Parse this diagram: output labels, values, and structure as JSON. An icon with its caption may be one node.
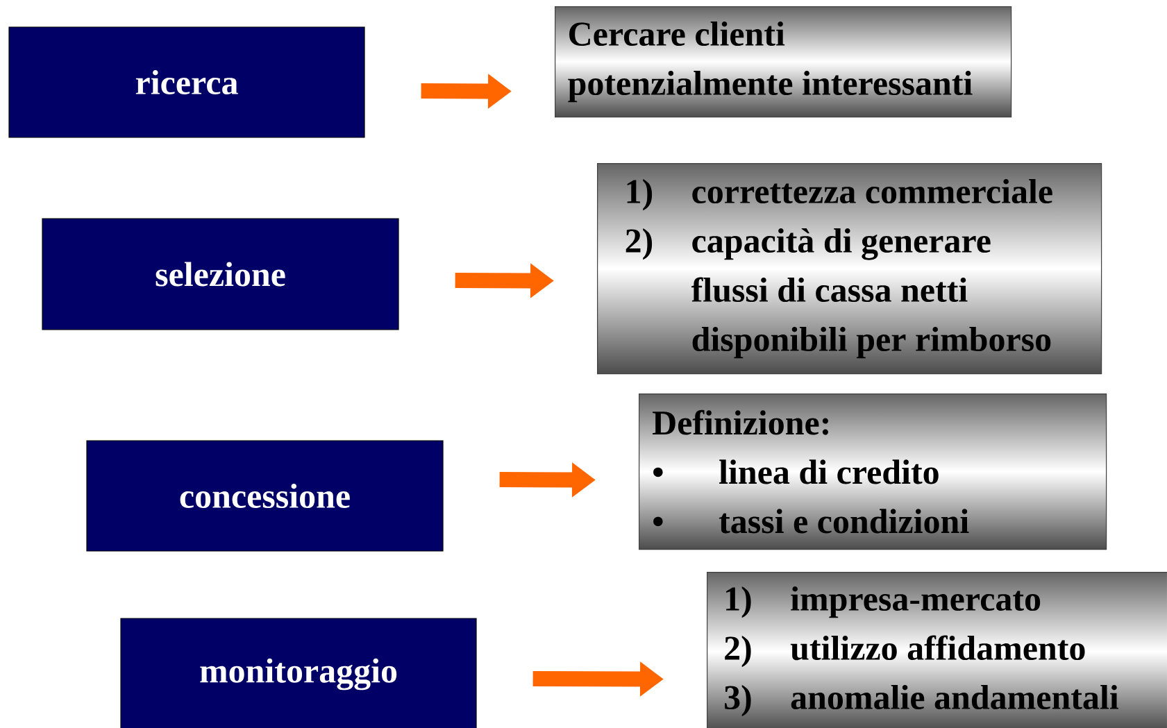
{
  "diagram": {
    "nodes": [
      {
        "text": [
          "ricerca"
        ]
      },
      {
        "text": [
          "selezione"
        ]
      },
      {
        "text": [
          "concessione"
        ]
      },
      {
        "text": [
          "monitoraggio"
        ]
      },
      {
        "text": [
          "Cercare clienti potenzialmente interessanti"
        ]
      },
      {
        "text": [
          "1)",
          "correttezza commerciale",
          "2)",
          "capacità di generare flussi di cassa netti disponibili per rimborso"
        ]
      },
      {
        "text": [
          "Definizione:",
          "•",
          "linea di credito",
          "•",
          "tassi e condizioni"
        ]
      },
      {
        "text": [
          "1)",
          "impresa-mercato",
          "2)",
          "utilizzo affidamento",
          "3)",
          "anomalie andamentali"
        ]
      }
    ],
    "edges": [
      {
        "from": 0,
        "to": 4,
        "arrow": "to"
      },
      {
        "from": 1,
        "to": 5,
        "arrow": "to"
      },
      {
        "from": 2,
        "to": 6,
        "arrow": "to"
      },
      {
        "from": 3,
        "to": 7,
        "arrow": "to"
      }
    ]
  }
}
